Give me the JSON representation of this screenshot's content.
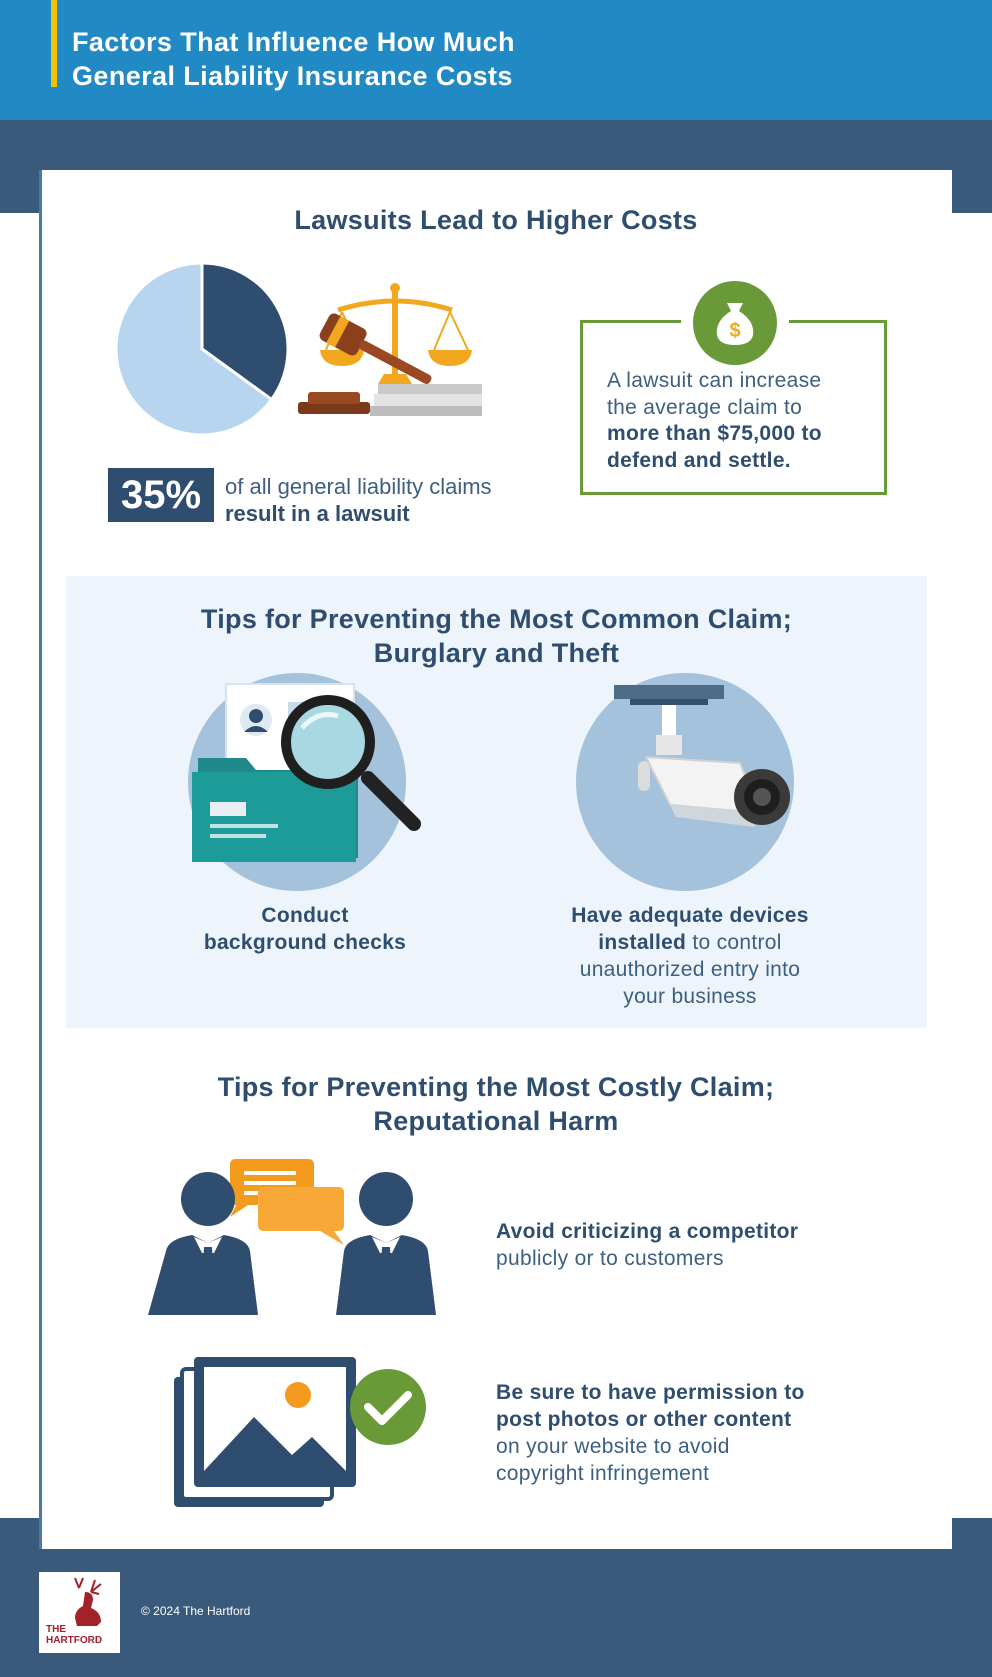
{
  "header": {
    "title_line1": "Factors That Influence How Much",
    "title_line2": "General Liability Insurance Costs"
  },
  "section1": {
    "title": "Lawsuits Lead to Higher Costs",
    "stat_value": "35%",
    "stat_text_line1": "of all general liability claims",
    "stat_text_line2": "result in a lawsuit",
    "claim_line1": "A lawsuit can increase",
    "claim_line2": "the average claim to",
    "claim_line3": "more than $75,000 to",
    "claim_line4": "defend and settle."
  },
  "chart_data": {
    "type": "pie",
    "slices": [
      {
        "label": "result in a lawsuit",
        "value": 35,
        "color": "#2f4d6e"
      },
      {
        "label": "",
        "value": 65,
        "color": "#b7d5ee"
      }
    ]
  },
  "section2": {
    "title_line1": "Tips for Preventing the Most Common Claim;",
    "title_line2": "Burglary and Theft",
    "tip1_line1": "Conduct",
    "tip1_line2": "background checks",
    "tip2_line1": "Have adequate devices",
    "tip2_line2_bold": "installed",
    "tip2_line2_rest": " to control",
    "tip2_line3": "unauthorized entry into",
    "tip2_line4": "your business"
  },
  "section3": {
    "title_line1": "Tips for Preventing the Most Costly Claim;",
    "title_line2": "Reputational Harm",
    "tip3_line1": "Avoid criticizing a competitor",
    "tip3_line2": "publicly or to customers",
    "tip4_line1": "Be sure to have permission to",
    "tip4_line2": "post photos or other content",
    "tip4_line3": "on your website to avoid",
    "tip4_line4": "copyright infringement"
  },
  "footer": {
    "logo_line1": "THE",
    "logo_line2": "HARTFORD",
    "copyright": "© 2024 The Hartford"
  },
  "icons": [
    "gavel-scales-icon",
    "money-bag-icon",
    "folder-magnifier-icon",
    "security-camera-icon",
    "people-chat-icon",
    "photo-check-icon",
    "stag-logo-icon"
  ],
  "colors": {
    "header_blue": "#2189c3",
    "navy": "#2f4d6e",
    "band": "#395a7a",
    "green": "#6a9a38",
    "accent_yellow": "#f2c200",
    "orange": "#f39a1f"
  }
}
